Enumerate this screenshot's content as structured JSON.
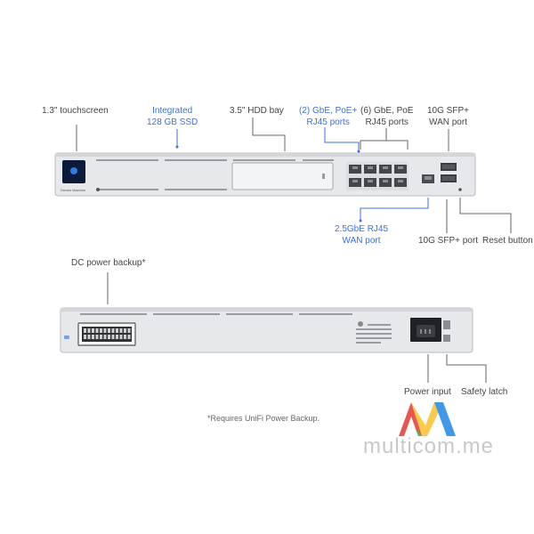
{
  "front_labels": {
    "touchscreen": "1.3\" touchscreen",
    "ssd_line1": "Integrated",
    "ssd_line2": "128 GB SSD",
    "hdd_bay": "3.5\" HDD bay",
    "poe_line1": "(2) GbE, PoE+",
    "poe_line2": "RJ45 ports",
    "gbe_line1": "(6) GbE, PoE",
    "gbe_line2": "RJ45 ports",
    "sfp_wan_line1": "10G SFP+",
    "sfp_wan_line2": "WAN port",
    "wan25_line1": "2.5GbE RJ45",
    "wan25_line2": "WAN port",
    "sfp_port": "10G SFP+ port",
    "reset": "Reset button"
  },
  "front_device": {
    "model_text": "Dream Machine"
  },
  "back_labels": {
    "dc_backup": "DC power backup*",
    "power_input": "Power input",
    "safety_latch": "Safety latch"
  },
  "footnote": "*Requires UniFi Power Backup.",
  "watermark": {
    "text": "multicom.me",
    "colors": [
      "#e53935",
      "#fbc02d",
      "#43a047",
      "#1e88e5",
      "#8e24aa"
    ]
  },
  "colors": {
    "accent_blue": "#3d6fd9",
    "leader_gray": "#666666",
    "chassis": "#e6e7ea"
  }
}
